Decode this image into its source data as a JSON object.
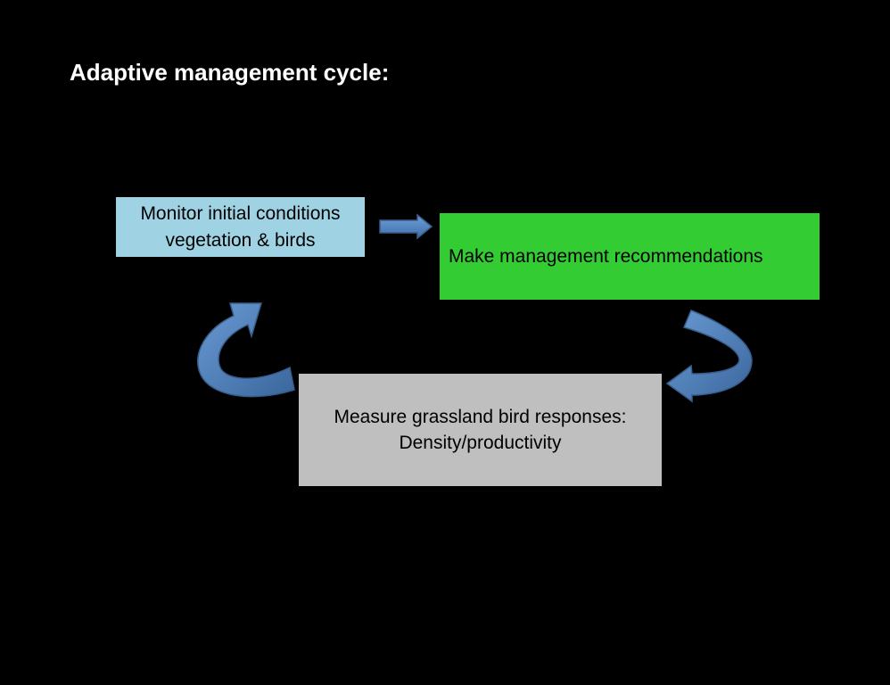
{
  "title": "Adaptive management cycle:",
  "nodes": {
    "monitor": {
      "line1": "Monitor initial conditions",
      "line2": "vegetation & birds",
      "color": "#9fd3e3"
    },
    "make": {
      "label": "Make management recommendations",
      "color": "#33cc33"
    },
    "measure": {
      "line1": "Measure grassland bird responses:",
      "line2": "Density/productivity",
      "color": "#bfbfbf"
    }
  },
  "arrow_color": "#4f81bd",
  "edges": [
    {
      "from": "monitor",
      "to": "make"
    },
    {
      "from": "make",
      "to": "measure"
    },
    {
      "from": "measure",
      "to": "monitor"
    }
  ]
}
